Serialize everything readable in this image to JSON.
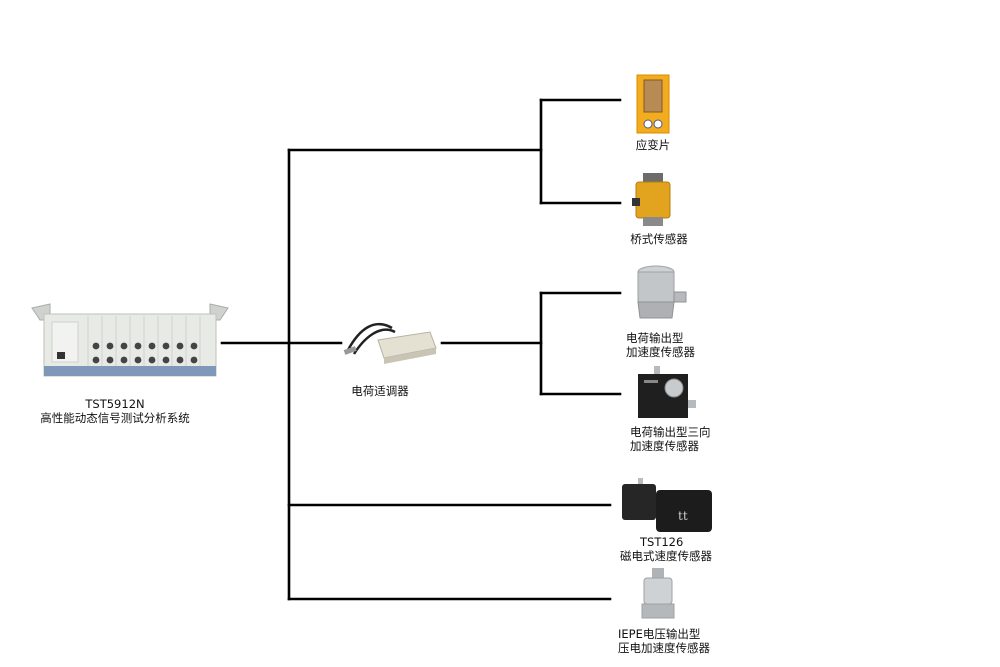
{
  "diagram": {
    "type": "connection-tree",
    "root": {
      "id": "daq",
      "model": "TST5912N",
      "name": "高性能动态信号测试分析系统",
      "icon": "data-acquisition-chassis-icon"
    },
    "charge_amplifier": {
      "id": "amp",
      "name": "电荷适调器",
      "icon": "charge-amplifier-icon"
    },
    "sensors": [
      {
        "id": "strain",
        "line1": "应变片",
        "line2": "",
        "icon": "strain-gauge-icon",
        "connected_via": "daq"
      },
      {
        "id": "bridge",
        "line1": "桥式传感器",
        "line2": "",
        "icon": "bridge-load-cell-icon",
        "connected_via": "daq"
      },
      {
        "id": "charge-accel",
        "line1": "电荷输出型",
        "line2": "加速度传感器",
        "icon": "charge-accelerometer-icon",
        "connected_via": "amp"
      },
      {
        "id": "triaxial",
        "line1": "电荷输出型三向",
        "line2": "加速度传感器",
        "icon": "triaxial-accelerometer-icon",
        "connected_via": "amp"
      },
      {
        "id": "velocity",
        "line1": "TST126",
        "line2": "磁电式速度传感器",
        "icon": "magnetoelectric-velocity-sensor-icon",
        "connected_via": "daq"
      },
      {
        "id": "iepe",
        "line1": "IEPE电压输出型",
        "line2": "压电加速度传感器",
        "icon": "iepe-accelerometer-icon",
        "connected_via": "daq"
      }
    ],
    "colors": {
      "wire": "#000000",
      "gold": "#e3a21a",
      "steel": "#b9bcbf",
      "dark": "#1f1f1f",
      "chassis": "#e8eae6"
    }
  }
}
